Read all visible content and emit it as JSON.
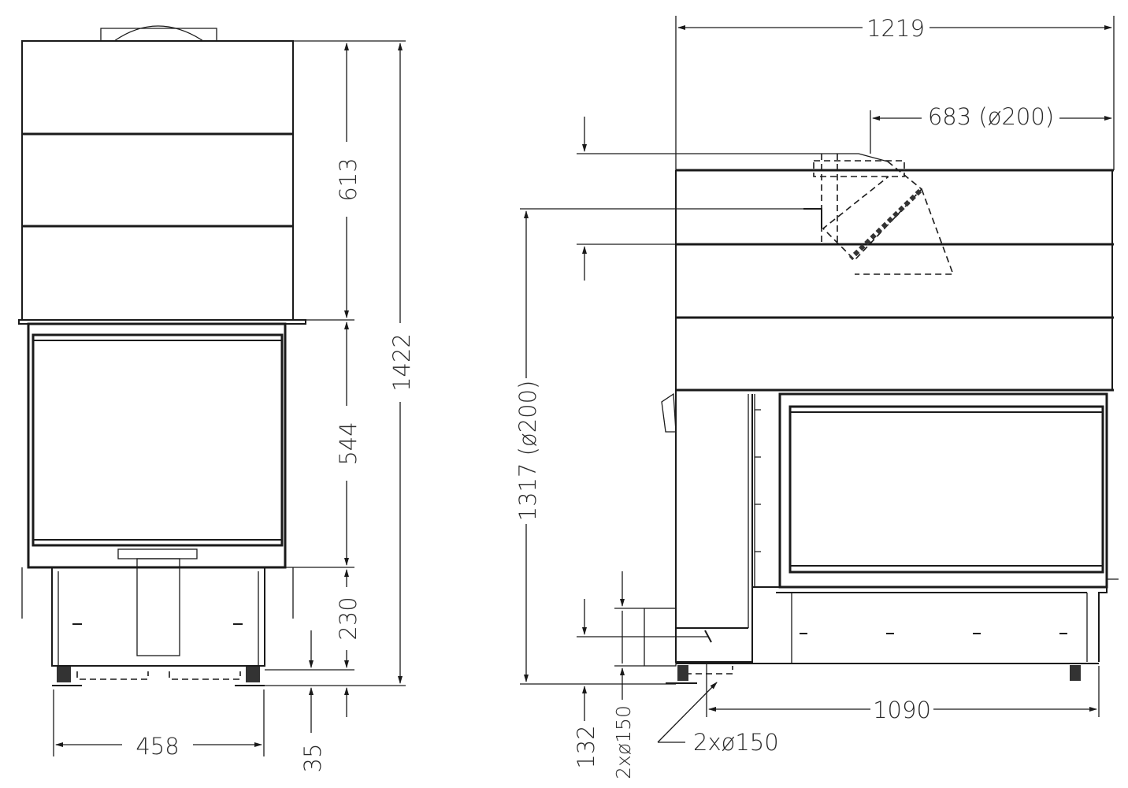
{
  "front_view": {
    "dims": {
      "upper_height": "613",
      "firebox_height": "544",
      "base_height": "230",
      "total_height": "1422",
      "foot_height": "35",
      "width": "458"
    }
  },
  "side_view": {
    "dims": {
      "total_width": "1219",
      "flue_offset": "683 (ø200)",
      "flue_height": "1317 (ø200)",
      "air_inlet_height": "132",
      "air_inlet_vertical": "2xø150",
      "air_inlet_bottom": "2xø150",
      "base_width": "1090"
    }
  }
}
